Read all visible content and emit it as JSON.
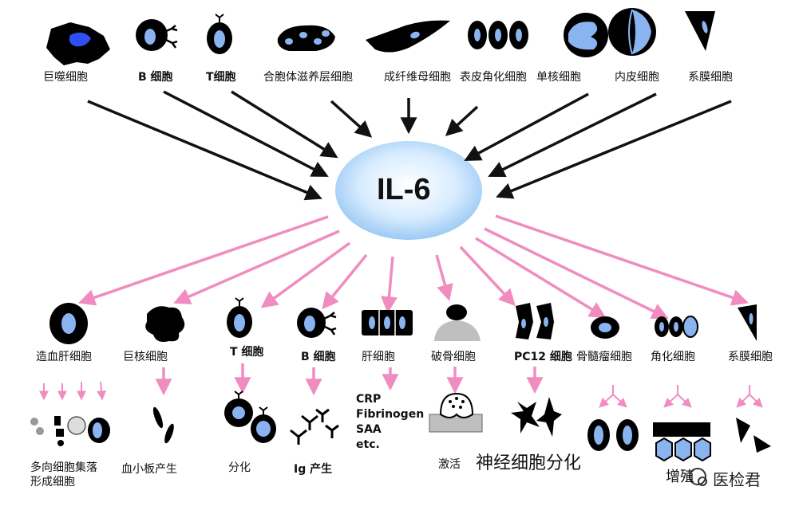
{
  "center": "IL-6",
  "sources": [
    {
      "label": "巨噬细胞",
      "icon": "macrophage-icon"
    },
    {
      "label": "B 细胞",
      "icon": "b-cell-icon"
    },
    {
      "label": "T细胞",
      "icon": "t-cell-icon"
    },
    {
      "label": "合胞体滋养层细胞",
      "icon": "syncytiotrophoblast-icon"
    },
    {
      "label": "成纤维母细胞",
      "icon": "fibroblast-icon"
    },
    {
      "label": "表皮角化细胞",
      "icon": "keratinocyte-icon"
    },
    {
      "label": "单核细胞",
      "icon": "monocyte-icon"
    },
    {
      "label": "内皮细胞",
      "icon": "endothelial-cell-icon"
    },
    {
      "label": "系膜细胞",
      "icon": "mesangial-cell-icon"
    }
  ],
  "targets": [
    {
      "label": "造血肝细胞",
      "icon": "hematopoietic-cell-icon"
    },
    {
      "label": "巨核细胞",
      "icon": "megakaryocyte-icon"
    },
    {
      "label": "T 细胞",
      "icon": "t-cell-target-icon"
    },
    {
      "label": "B 细胞",
      "icon": "b-cell-target-icon"
    },
    {
      "label": "肝细胞",
      "icon": "hepatocyte-icon"
    },
    {
      "label": "破骨细胞",
      "icon": "osteoclast-icon"
    },
    {
      "label": "PC12 细胞",
      "icon": "pc12-cell-icon"
    },
    {
      "label": "骨髓瘤细胞",
      "icon": "myeloma-cell-icon"
    },
    {
      "label": "角化细胞",
      "icon": "keratinocyte-target-icon"
    },
    {
      "label": "系膜细胞",
      "icon": "mesangial-target-icon"
    }
  ],
  "effects": {
    "colony": "多向细胞集落形成细胞",
    "colony_line1": "多向细胞集落",
    "colony_line2": "形成细胞",
    "platelet": "血小板产生",
    "differentiation": "分化",
    "ig": "Ig 产生",
    "proteins": [
      "CRP",
      "Fibrinogen",
      "SAA",
      "etc."
    ],
    "activation": "激活",
    "neural": "神经细胞分化",
    "proliferation": "增殖"
  },
  "watermark": "医检君",
  "colors": {
    "input_arrow": "#111111",
    "output_arrow": "#f08cc0",
    "ellipse_center": "#e8f4ff",
    "ellipse_edge": "#8ec2f2",
    "nucleus": "#8ab4f0",
    "cell": "#000000"
  }
}
